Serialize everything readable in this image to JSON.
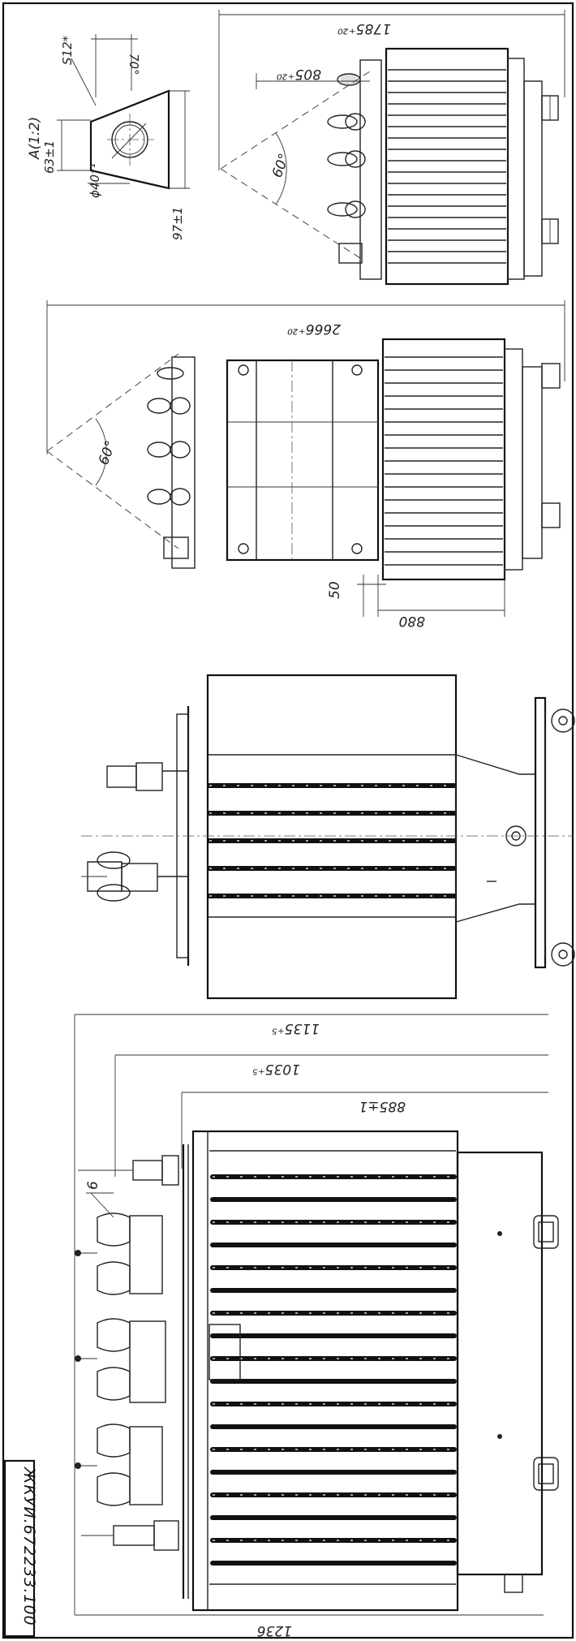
{
  "drawing": {
    "document_number": "ЖКУИ.672233.100",
    "detail_view": {
      "title": "A(1:2)",
      "dim_thickness": "S12*",
      "dim_angle": "70°",
      "dim_height": "63±1",
      "dim_hole": "ϕ40⁺¹",
      "dim_width": "97±1"
    },
    "top_view_right": {
      "dim_length": "1785⁺²⁰",
      "dim_offset": "805⁺²⁰",
      "dim_angle": "60°"
    },
    "top_view_left": {
      "dim_length": "2666⁺²⁰",
      "dim_angle": "60°",
      "dim_50": "50",
      "dim_880": "880"
    },
    "front_view": {
      "dim_1135": "1135⁺⁵",
      "dim_1035": "1035⁺⁵",
      "dim_885": "885±1",
      "dim_1236": "1236",
      "callout_6": "6"
    }
  }
}
